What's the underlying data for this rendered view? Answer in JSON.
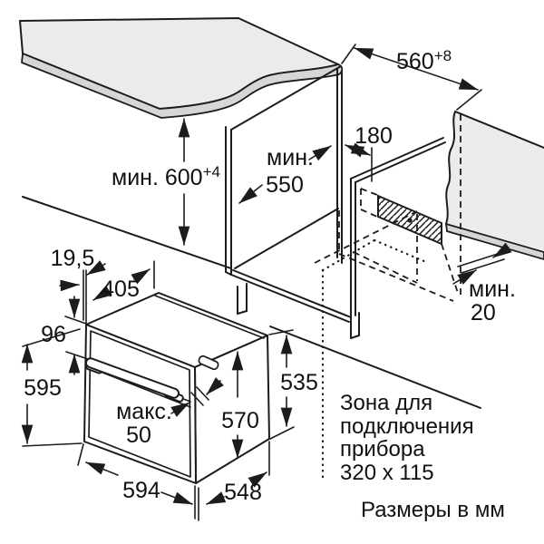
{
  "figure": {
    "kind": "oven installation diagram",
    "units_note": "Размеры в мм",
    "line_color": "#1c1c1c",
    "surface_color": "#ebebeb",
    "edge_band_color": "#d6d6d6"
  },
  "connection_zone_label": {
    "line1": "Зона для",
    "line2": "подключения",
    "line3": "прибора",
    "line4": "320 x 115"
  },
  "dims": {
    "niche_width": {
      "main": "560",
      "sup": "+8"
    },
    "niche_height": {
      "main": "мин. 600",
      "sup": "+4"
    },
    "niche_depth": {
      "line1": "мин.",
      "line2": "550"
    },
    "zone_offset": "180",
    "rear_gap": {
      "line1": "мин.",
      "line2": "20"
    },
    "frame_overhang": "19,5",
    "top_depth": "405",
    "control_panel_height": "96",
    "oven_height": "595",
    "handle_protrusion": {
      "line1": "макс.",
      "line2": "50"
    },
    "door_height": "570",
    "rear_height": "535",
    "oven_width": "594",
    "oven_depth": "548"
  }
}
